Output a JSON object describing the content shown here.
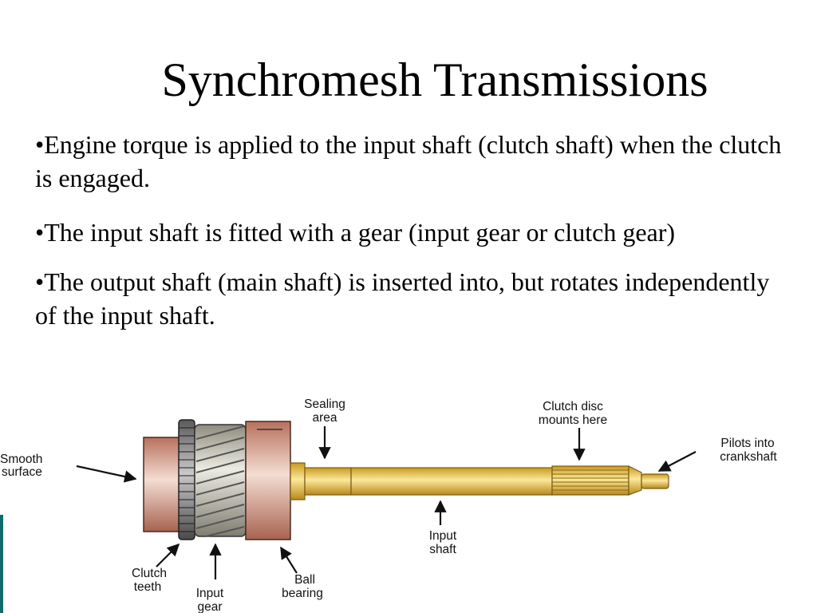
{
  "slide": {
    "title": "Synchromesh Transmissions",
    "bullets": [
      "•Engine torque is applied to the input shaft (clutch shaft) when the clutch is engaged.",
      "•The input shaft is fitted with a gear (input gear or clutch gear)",
      "•The output shaft (main shaft) is inserted into, but rotates independently of the input shaft."
    ]
  },
  "diagram": {
    "labels": {
      "smooth_surface": [
        "Smooth",
        "surface"
      ],
      "sealing_area": [
        "Sealing",
        "area"
      ],
      "clutch_disc": [
        "Clutch disc",
        "mounts here"
      ],
      "pilots": [
        "Pilots into",
        "crankshaft"
      ],
      "input_shaft": [
        "Input",
        "shaft"
      ],
      "clutch_teeth": [
        "Clutch",
        "teeth"
      ],
      "input_gear": [
        "Input",
        "gear"
      ],
      "ball_bearing": [
        "Ball",
        "bearing"
      ]
    }
  },
  "colors": {
    "accent_bar": "#0f6b6b",
    "bearing": "#c98772",
    "shaft": "#e8c24a"
  }
}
